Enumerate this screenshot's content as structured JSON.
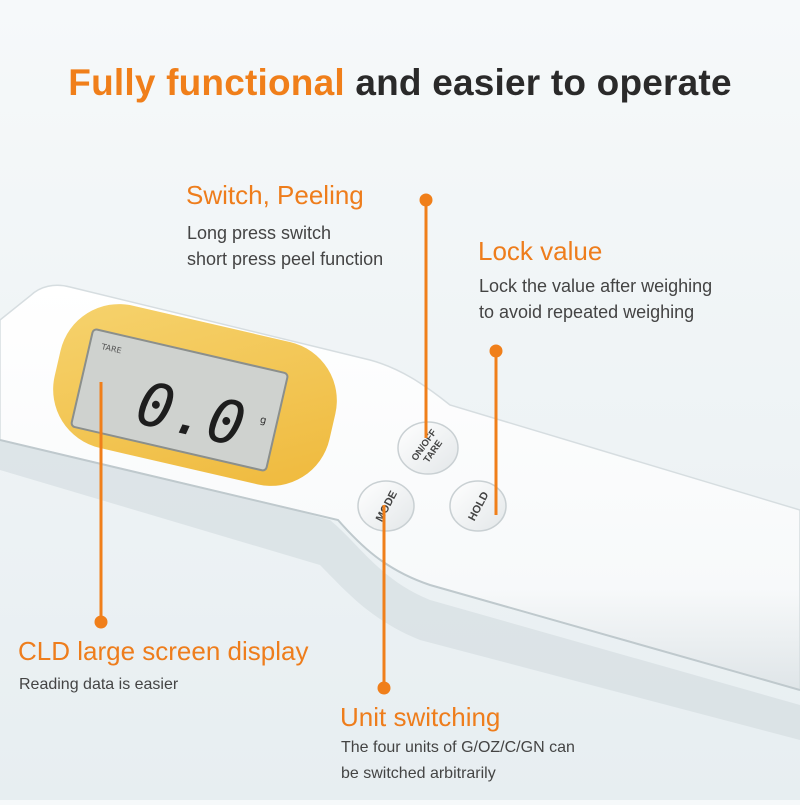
{
  "headline": {
    "accent": "Fully functional",
    "rest": "and easier to operate"
  },
  "device": {
    "lcd": {
      "tare_label": "TARE",
      "reading": "0.0",
      "unit": "g"
    },
    "buttons": {
      "onoff_line1": "ON/OFF",
      "onoff_line2": "TARE",
      "mode": "MODE",
      "hold": "HOLD"
    }
  },
  "callouts": {
    "switch": {
      "title": "Switch, Peeling",
      "lines": [
        "Long press switch",
        "short press peel function"
      ]
    },
    "lock": {
      "title": "Lock value",
      "lines": [
        "Lock the value after weighing",
        "to avoid repeated weighing"
      ]
    },
    "lcd": {
      "title": "CLD large screen display",
      "lines": [
        "Reading data is easier"
      ]
    },
    "unit": {
      "title": "Unit switching",
      "lines": [
        "The four units of G/OZ/C/GN can",
        "be switched arbitrarily"
      ]
    }
  },
  "colors": {
    "accent": "#f07f1a",
    "text_dark": "#2a2a2a",
    "text_body": "#444444",
    "screen_frame": "#f2c24a",
    "lcd_background": "#cfd2cf"
  }
}
